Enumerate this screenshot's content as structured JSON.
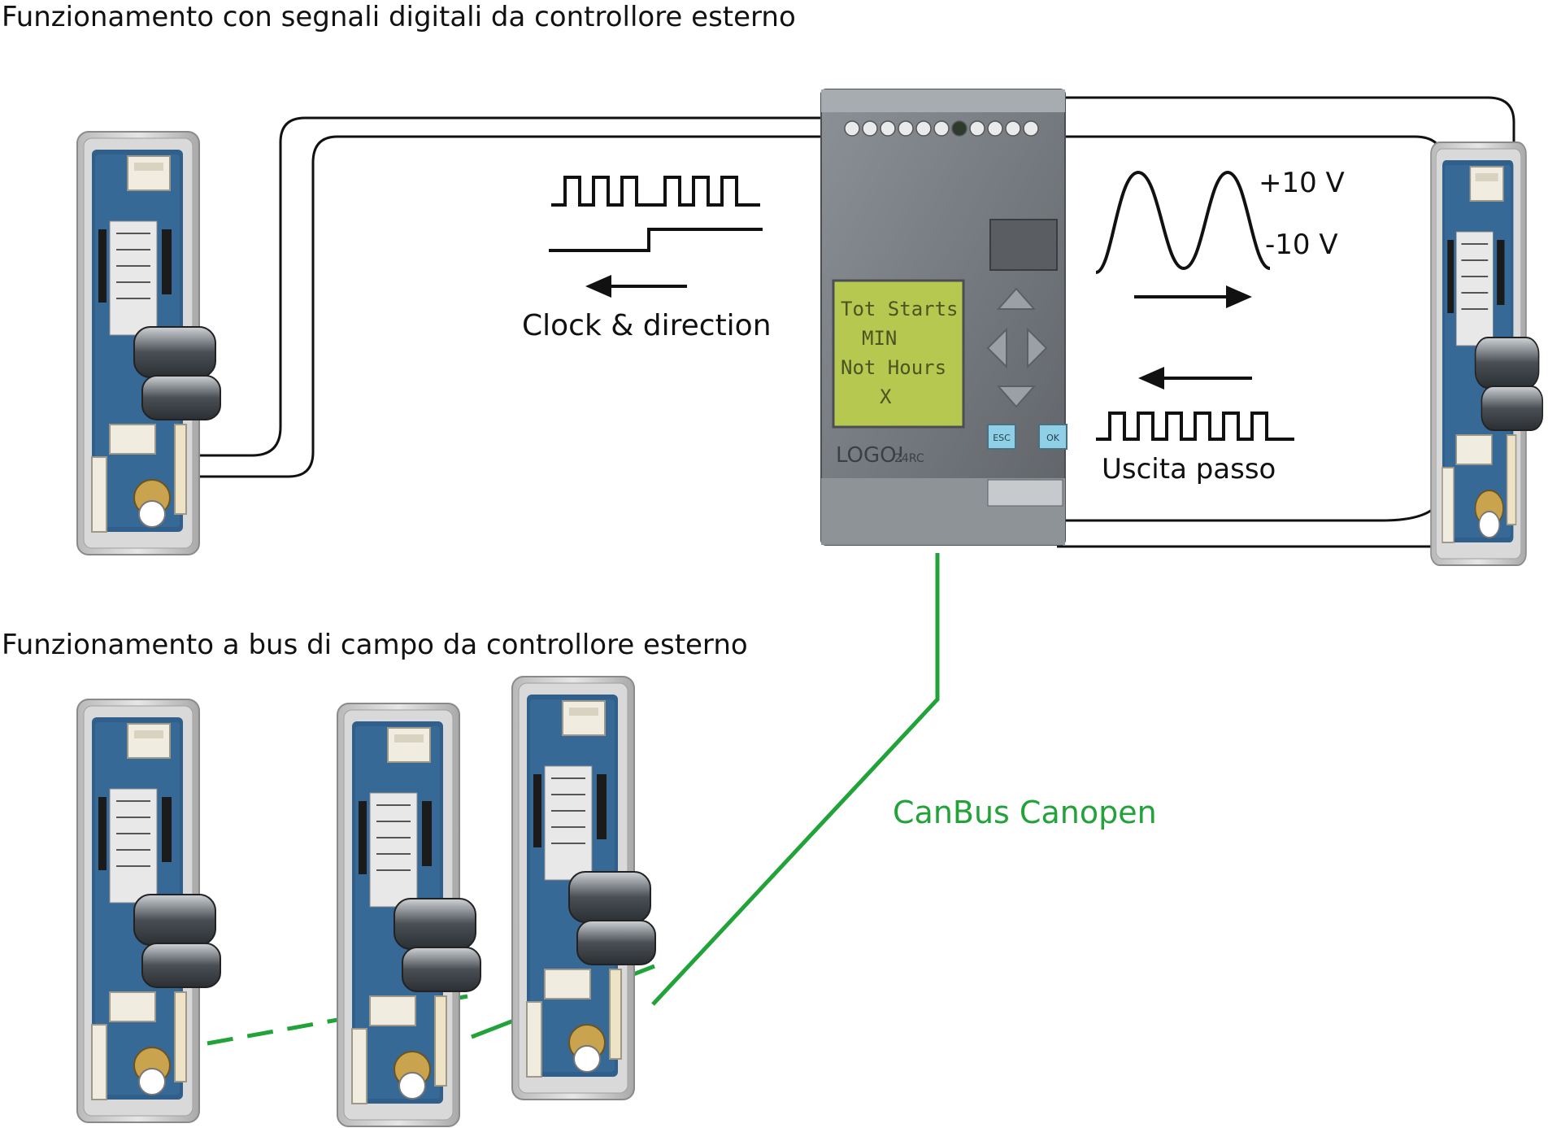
{
  "titles": {
    "digital": "Funzionamento con segnali digitali da controllore esterno",
    "fieldbus": "Funzionamento a bus di campo da controllore esterno"
  },
  "labels": {
    "clock_direction": "Clock & direction",
    "plus_voltage": "+10 V",
    "minus_voltage": "-10 V",
    "step_output": "Uscita passo",
    "canbus": "CanBus Canopen"
  },
  "plc": {
    "logo_text": "LOGO!",
    "model_text": "24RC",
    "display_lines": [
      "Tot Starts",
      "MIN",
      "Not Hours",
      "X"
    ],
    "esc_label": "ESC",
    "ok_label": "OK"
  },
  "colors": {
    "wire": "#111111",
    "canbus": "#22a33a",
    "plc_body": "#7b8085",
    "plc_display": "#b6c850",
    "plc_button": "#8fd0e6",
    "board": "#2f5f8a",
    "frame": "#cfcfcf"
  }
}
